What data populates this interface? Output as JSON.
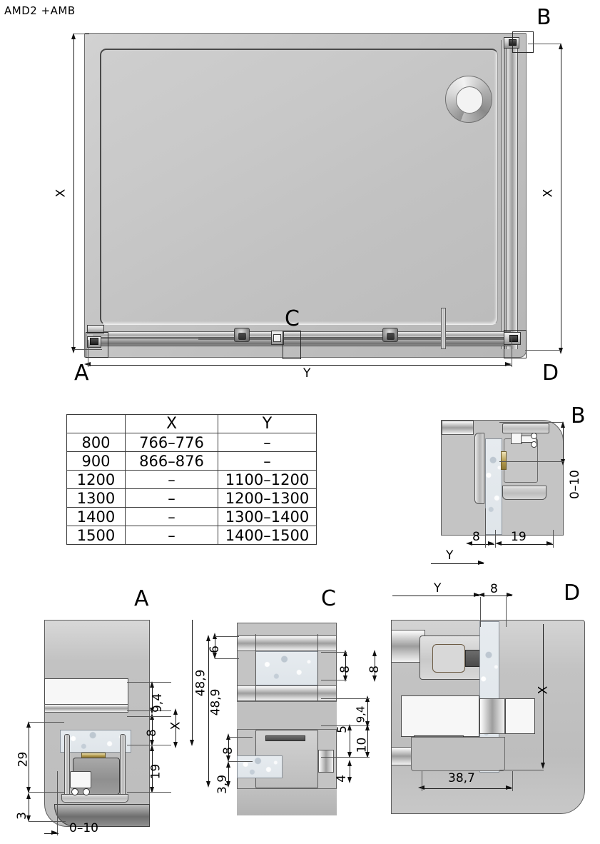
{
  "drawing": {
    "title": "AMD2 +AMB"
  },
  "plan_view": {
    "callouts": {
      "a": "A",
      "b": "B",
      "c": "C",
      "d": "D"
    },
    "dimensions": {
      "left_x": "X",
      "right_x": "X",
      "bottom_y": "Y"
    }
  },
  "spec_table": {
    "headers": [
      "",
      "X",
      "Y"
    ],
    "rows": [
      {
        "size": "800",
        "x": "766–776",
        "y": "–"
      },
      {
        "size": "900",
        "x": "866–876",
        "y": "–"
      },
      {
        "size": "1200",
        "x": "–",
        "y": "1100–1200"
      },
      {
        "size": "1300",
        "x": "–",
        "y": "1200–1300"
      },
      {
        "size": "1400",
        "x": "–",
        "y": "1300–1400"
      },
      {
        "size": "1500",
        "x": "–",
        "y": "1400–1500"
      }
    ]
  },
  "detail_b": {
    "label": "B",
    "dimensions": {
      "vertical_gap": "0–10",
      "width_8": "8",
      "width_19": "19",
      "y_ref": "Y"
    }
  },
  "detail_a": {
    "label": "A",
    "dimensions": {
      "h_94": "9,4",
      "h_total": "48,9",
      "x_ref": "X",
      "h_29": "29",
      "h_8": "8",
      "h_19": "19",
      "h_3": "3",
      "gap_0_10": "0–10"
    }
  },
  "detail_c": {
    "label": "C",
    "dimensions": {
      "h_6": "6",
      "h_total": "48,9",
      "h_8_left": "8",
      "h_39": "3,9",
      "h_8_mid": "8",
      "h_8_right": "8",
      "h_94": "9,4",
      "h_5": "5",
      "h_10": "10",
      "h_4": "4"
    }
  },
  "detail_d": {
    "label": "D",
    "dimensions": {
      "y_ref": "Y",
      "w_8": "8",
      "x_ref": "X",
      "w_387": "38,7"
    }
  },
  "colors": {
    "line": "#1a1a1a",
    "body_fill": "#c6c6c6",
    "glass_fill": "#e2e8ec",
    "chrome_light": "#ffffff",
    "chrome_dark": "#9d9d9d",
    "brass": "#b49b4e"
  }
}
